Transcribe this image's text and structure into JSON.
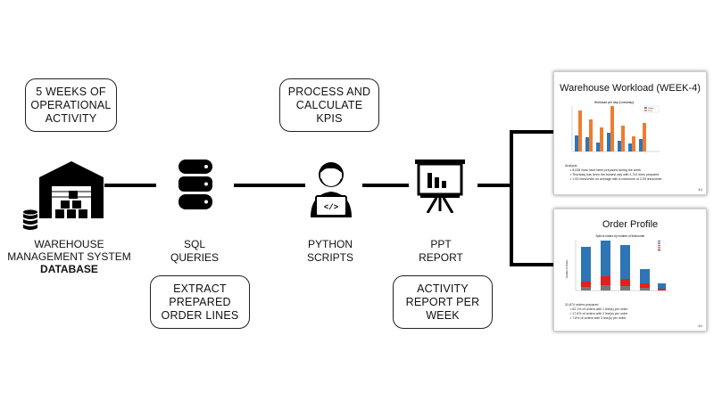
{
  "boxes": {
    "weeks": "5 WEEKS OF\nOPERATIONAL\nACTIVITY",
    "process": "PROCESS AND\nCALCULATE\nKPIS",
    "extract": "EXTRACT\nPREPARED\nORDER LINES",
    "activity": "ACTIVITY\nREPORT PER\nWEEK"
  },
  "nodes": {
    "wms_line1": "WAREHOUSE",
    "wms_line2": "MANAGEMENT SYSTEM",
    "wms_line3": "DATABASE",
    "sql": "SQL\nQUERIES",
    "python": "PYTHON\nSCRIPTS",
    "ppt": "PPT\nREPORT"
  },
  "slide1": {
    "title": "Warehouse Workload (WEEK-4)",
    "chart_title": "Workload per day (Lines/day)",
    "legend": [
      "Orders",
      "Lines"
    ],
    "analysis_title": "Analysis",
    "bullets": [
      "8,038 lines have been prepared during the week",
      "Thursday has been the busiest day with 1,741 lines prepared",
      "1.93 lines/order on average with a maximum of 2.09 lines/order"
    ],
    "page": "3/4"
  },
  "slide2": {
    "title": "Order Profile",
    "chart_title": "Split of orders by number of lines/order",
    "ylabel": "Number of Orders",
    "summary": "31,874 orders prepared",
    "bullets": [
      "62.1% of orders with 1 line(s) per order",
      "17.6% of orders with 2 line(s) per order",
      "7.6% of orders with 3 line(s) per order"
    ],
    "page": "4/4"
  },
  "colors": {
    "blue": "#2E75B6",
    "orange": "#ED7D31",
    "red": "#E02020",
    "line": "#000000"
  },
  "icons": [
    "warehouse-icon",
    "database-icon",
    "server-stack-icon",
    "developer-icon",
    "presentation-board-icon"
  ]
}
